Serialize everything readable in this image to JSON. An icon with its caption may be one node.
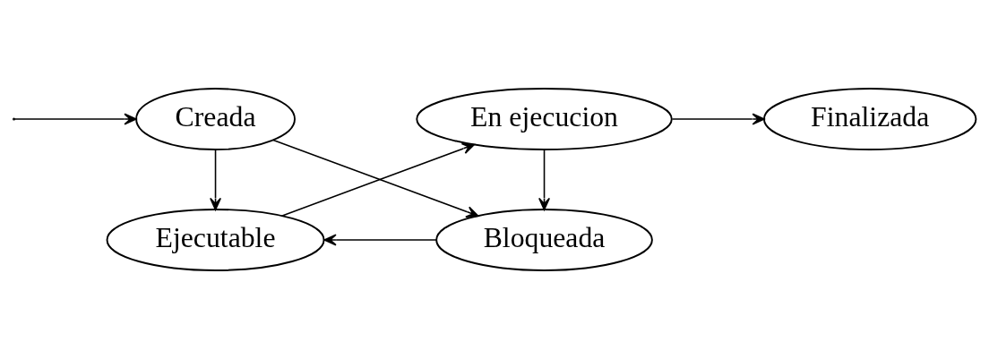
{
  "diagram": {
    "nodes": [
      {
        "text": [
          "Creada"
        ]
      },
      {
        "text": [
          "Bloqueada"
        ]
      },
      {
        "text": [
          "Ejecutable"
        ]
      },
      {
        "text": [
          "En ejecucion"
        ]
      },
      {
        "text": [
          "Finalizada"
        ]
      }
    ],
    "edges": [
      {
        "from": null,
        "to": 0,
        "arrow": "to"
      },
      {
        "from": 0,
        "to": 1,
        "arrow": "to"
      },
      {
        "from": 0,
        "to": 2,
        "arrow": "to"
      },
      {
        "from": 1,
        "to": 2,
        "arrow": "to"
      },
      {
        "from": 3,
        "to": 1,
        "arrow": "to"
      },
      {
        "from": 2,
        "to": 3,
        "arrow": "to"
      },
      {
        "from": 3,
        "to": 4,
        "arrow": "to"
      }
    ]
  }
}
